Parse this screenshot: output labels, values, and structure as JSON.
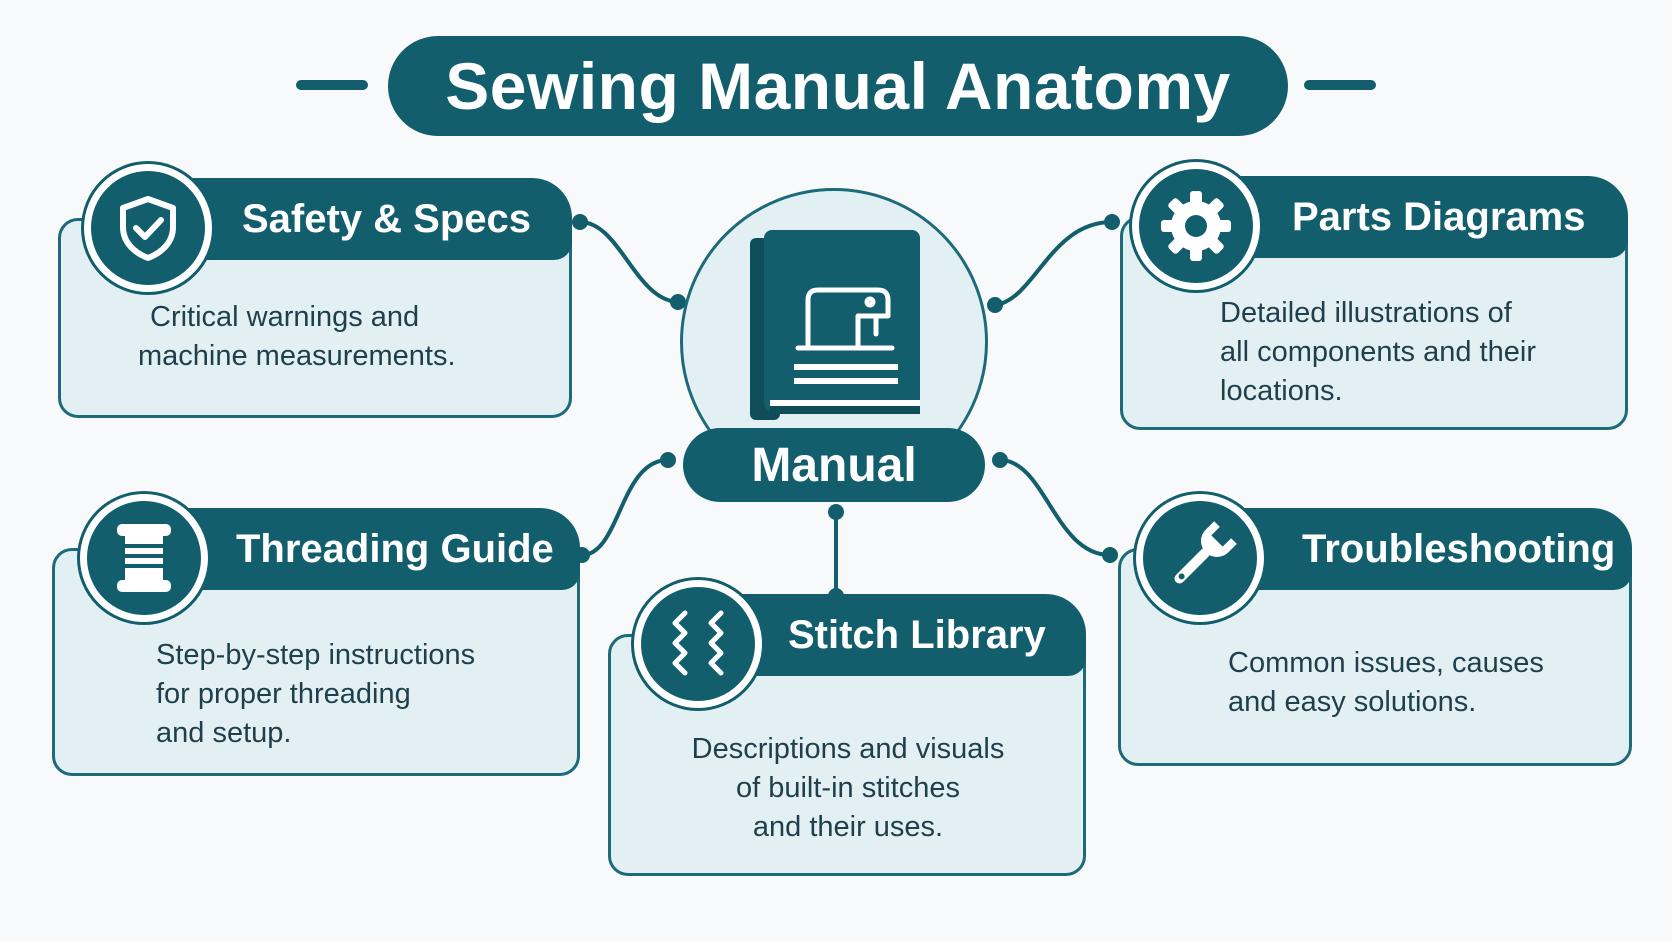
{
  "title": "Sewing Manual Anatomy",
  "center": {
    "label": "Manual",
    "icon": "manual-book-icon"
  },
  "cards": {
    "safety": {
      "title": "Safety & Specs",
      "icon": "shield-check-icon",
      "lines": [
        "Critical warnings and",
        "machine measurements."
      ]
    },
    "parts": {
      "title": "Parts Diagrams",
      "icon": "gear-icon",
      "lines": [
        "Detailed illustrations of",
        "all components and their",
        "locations."
      ]
    },
    "threading": {
      "title": "Threading Guide",
      "icon": "thread-spool-icon",
      "lines": [
        "Step-by-step instructions",
        "for proper threading",
        "and setup."
      ]
    },
    "stitch": {
      "title": "Stitch Library",
      "icon": "zigzag-stitch-icon",
      "lines": [
        "Descriptions and visuals",
        "of built-in stitches",
        "and their uses."
      ]
    },
    "trouble": {
      "title": "Troubleshooting",
      "icon": "wrench-icon",
      "lines": [
        "Common issues, causes",
        "and easy solutions."
      ]
    }
  },
  "colors": {
    "primary": "#125e6d",
    "card_fill": "#e2f0f4",
    "border": "#1d6b7a",
    "text": "#1f3f4a"
  }
}
